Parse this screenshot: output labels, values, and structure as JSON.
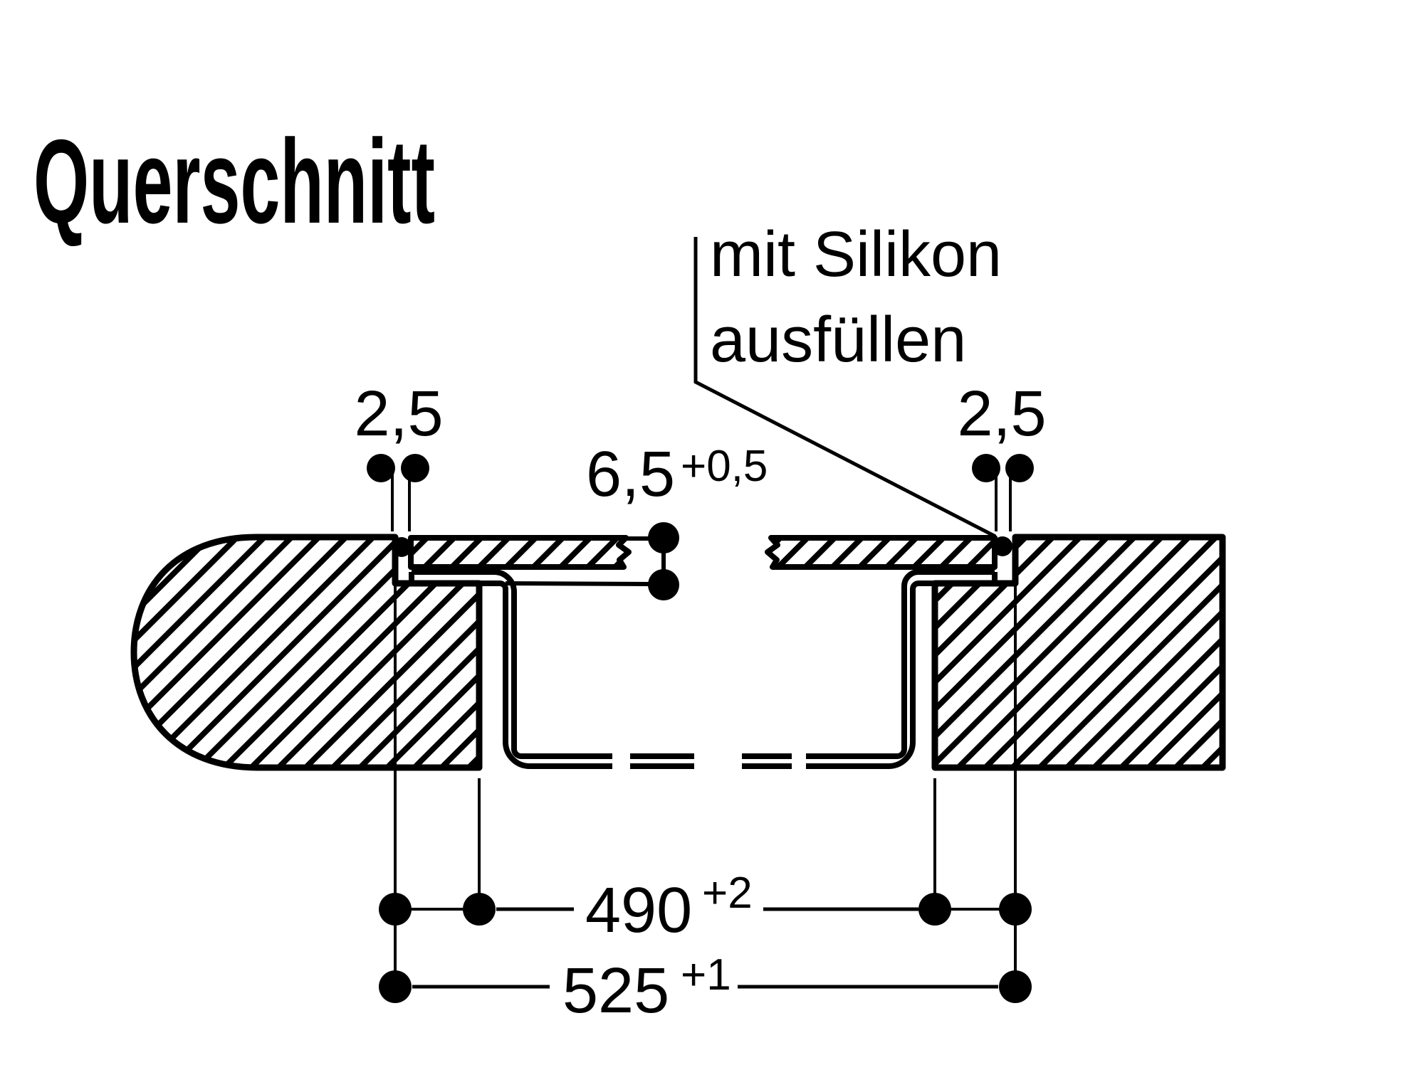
{
  "title": "Querschnitt",
  "note": {
    "line1": "mit Silikon",
    "line2": "ausfüllen"
  },
  "dims": {
    "joint_left": "2,5",
    "joint_right": "2,5",
    "panel": "6,5",
    "panel_tol": "+0,5",
    "cutout": "490",
    "cutout_tol": "+2",
    "recess": "525",
    "recess_tol": "+1"
  },
  "colors": {
    "ink": "#000000",
    "paper": "#ffffff"
  }
}
